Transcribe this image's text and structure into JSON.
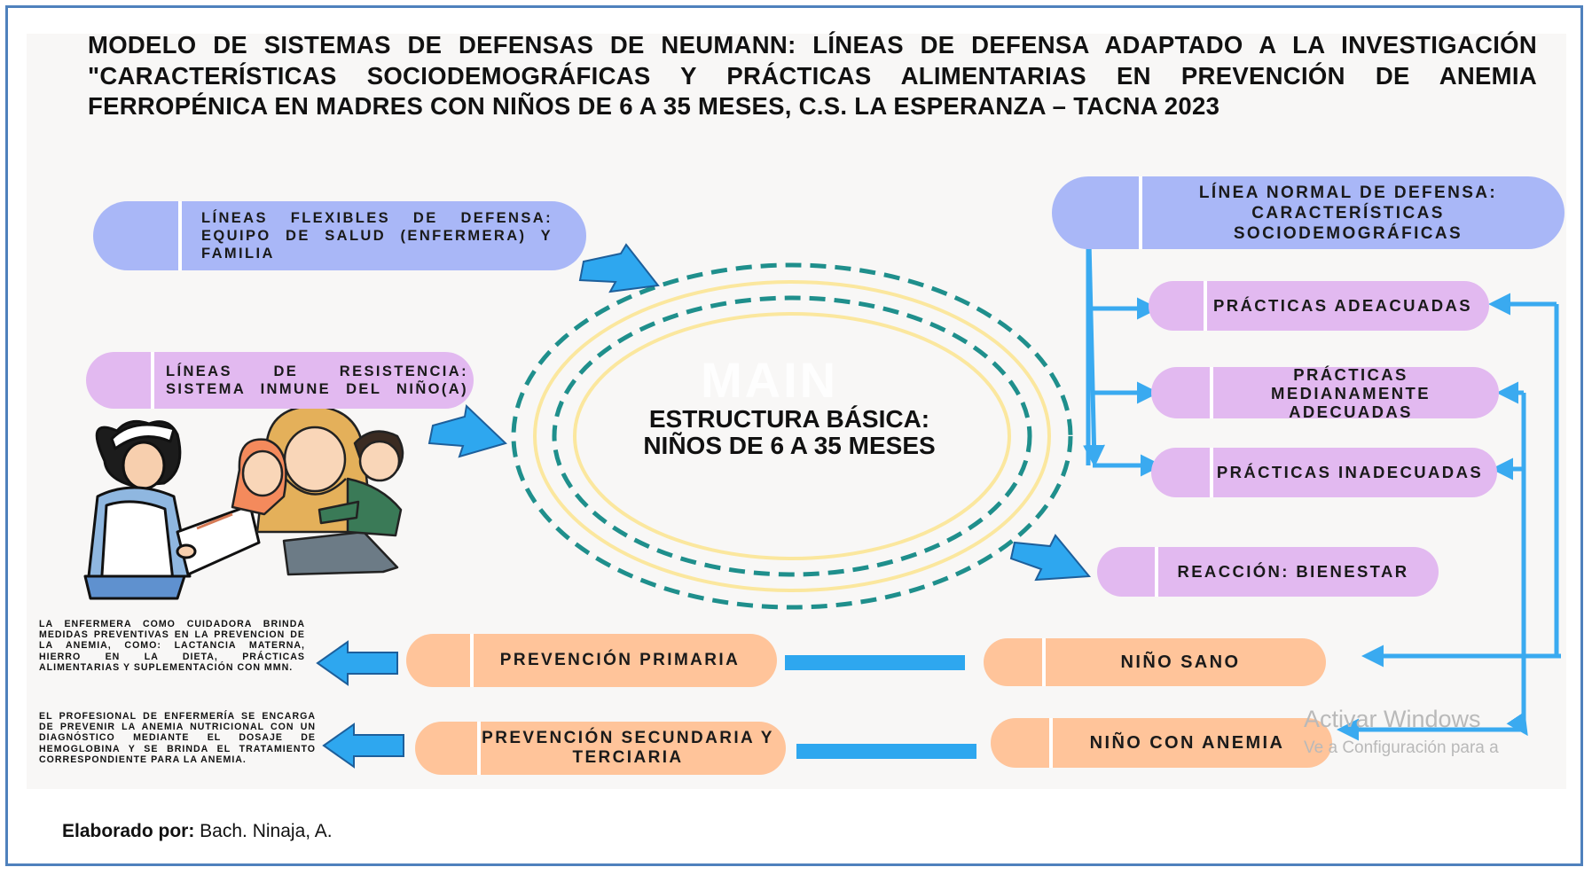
{
  "title": "MODELO DE SISTEMAS DE DEFENSAS DE NEUMANN: LÍNEAS DE  DEFENSA ADAPTADO A LA INVESTIGACIÓN \"CARACTERÍSTICAS SOCIODEMOGRÁFICAS Y PRÁCTICAS ALIMENTARIAS EN PREVENCIÓN DE ANEMIA FERROPÉNICA EN MADRES CON NIÑOS DE 6 A 35 MESES, C.S. LA ESPERANZA – TACNA 2023",
  "center": {
    "line1": "ESTRUCTURA BÁSICA:",
    "line2": "NIÑOS DE 6 A 35 MESES",
    "watermark": "MAIN"
  },
  "boxes": {
    "flexible": "LÍNEAS FLEXIBLES DE DEFENSA: EQUIPO DE SALUD (ENFERMERA) Y FAMILIA",
    "resistance": "LÍNEAS DE RESISTENCIA: SISTEMA INMUNE DEL NIÑO(A)",
    "normal": "LÍNEA NORMAL DE DEFENSA: CARACTERÍSTICAS SOCIODEMOGRÁFICAS",
    "adequate": "PRÁCTICAS ADEACUADAS",
    "medium": "PRÁCTICAS MEDIANAMENTE ADECUADAS",
    "inadequate": "PRÁCTICAS INADECUADAS",
    "reaction": "REACCIÓN: BIENESTAR",
    "primary": "PREVENCIÓN PRIMARIA",
    "healthy": "NIÑO SANO",
    "secondary": "PREVENCIÓN SECUNDARIA Y TERCIARIA",
    "anemia": "NIÑO CON ANEMIA"
  },
  "notes": {
    "nurse_caregiver": "LA ENFERMERA COMO CUIDADORA BRINDA MEDIDAS PREVENTIVAS EN LA PREVENCION DE LA ANEMIA, COMO: LACTANCIA MATERNA, HIERRO EN LA DIETA, PRÁCTICAS ALIMENTARIAS Y SUPLEMENTACIÓN CON MMN.",
    "nurse_professional": "EL PROFESIONAL DE ENFERMERÍA SE ENCARGA DE PREVENIR LA ANEMIA NUTRICIONAL CON UN DIAGNÓSTICO MEDIANTE EL DOSAJE DE HEMOGLOBINA Y SE BRINDA EL TRATAMIENTO CORRESPONDIENTE PARA LA ANEMIA."
  },
  "windows_watermark": {
    "line1": "Activar Windows",
    "line2": "Ve a Configuración para a"
  },
  "footer": {
    "label": "Elaborado por:",
    "author": " Bach. Ninaja, A."
  },
  "colors": {
    "frame": "#4f81bd",
    "arrow": "#3aaaf0",
    "blue_box": "#a9b7f7",
    "pink_box": "#e2b9f0",
    "peach_box": "#ffc49a",
    "teal_ring": "#1f8f8c",
    "yellow_ring": "#fbe79e"
  }
}
